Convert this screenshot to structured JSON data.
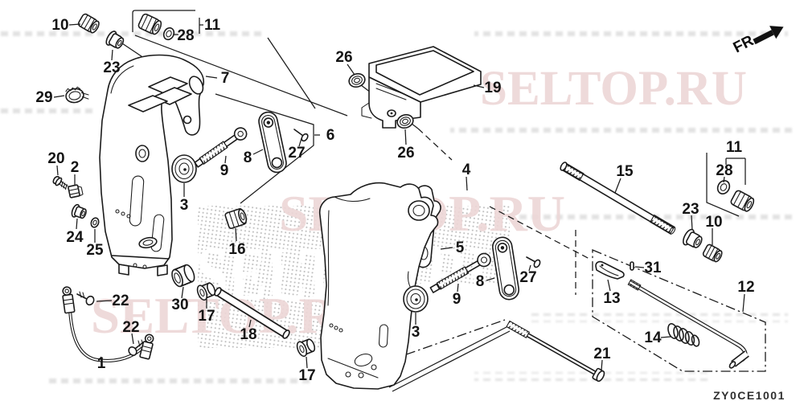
{
  "header": {
    "direction_label": "FR."
  },
  "watermark": {
    "text": "SELTOP.RU",
    "color": "#edd6d6"
  },
  "footer": {
    "diagram_code": "ZY0CE1001"
  },
  "labels": [
    "10",
    "23",
    "28",
    "11",
    "29",
    "7",
    "26",
    "19",
    "26",
    "6",
    "27",
    "8",
    "9",
    "3",
    "20",
    "2",
    "24",
    "25",
    "16",
    "4",
    "5",
    "15",
    "11",
    "28",
    "23",
    "10",
    "31",
    "13",
    "12",
    "14",
    "21",
    "22",
    "22",
    "1",
    "30",
    "17",
    "18",
    "17",
    "3",
    "8",
    "9",
    "27"
  ]
}
